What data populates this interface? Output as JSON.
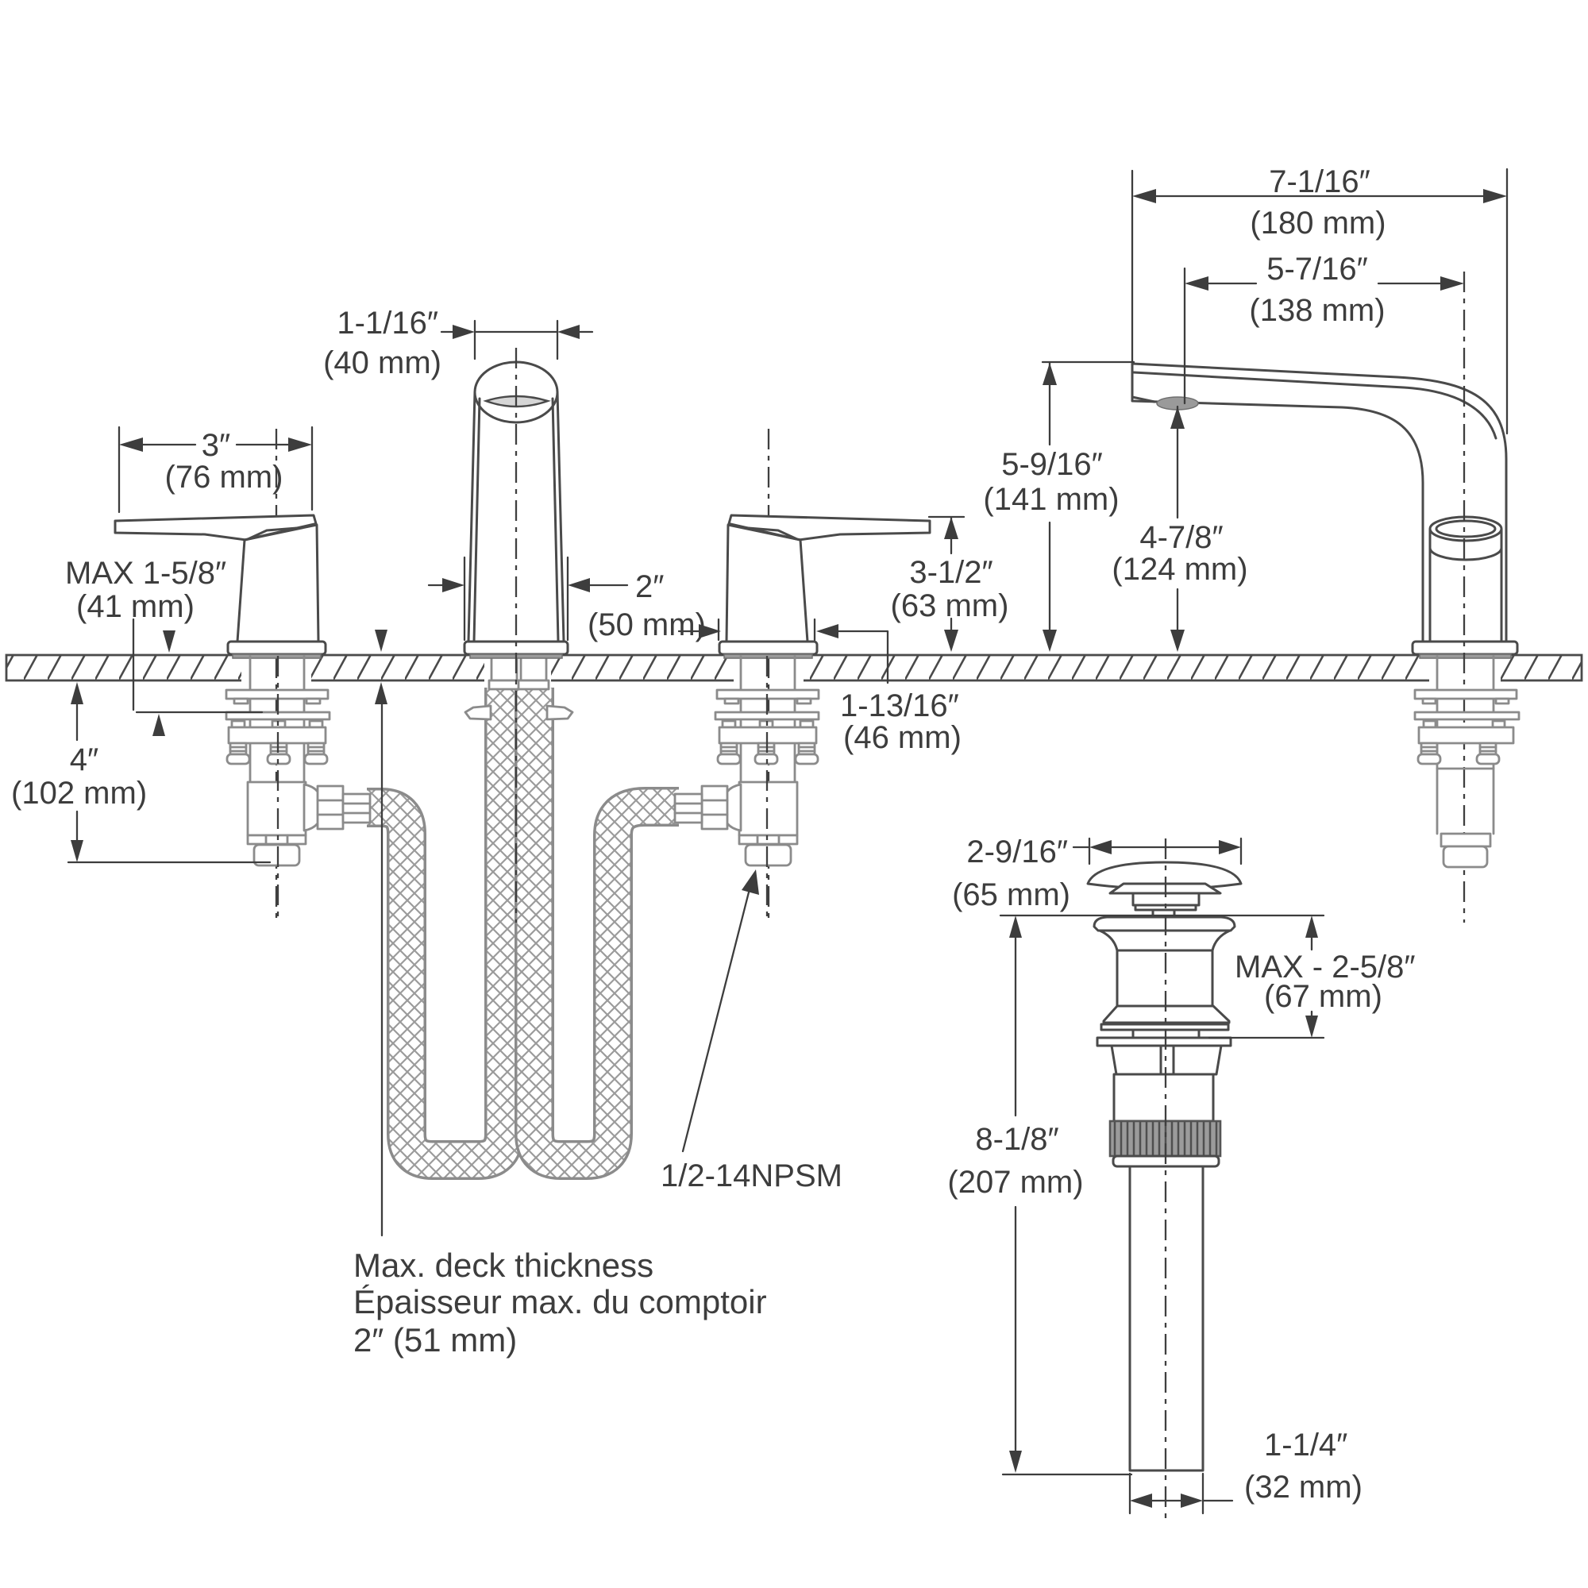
{
  "drawing_type": "faucet-installation-dimension-drawing",
  "dims": {
    "spout_overall": {
      "in": "7-1/16″",
      "mm": "(180 mm)"
    },
    "spout_to_center": {
      "in": "5-7/16″",
      "mm": "(138 mm)"
    },
    "center_top_width": {
      "in": "1-1/16″",
      "mm": "(40 mm)"
    },
    "handle_length": {
      "in": "3″",
      "mm": "(76 mm)"
    },
    "handle_max_deck": {
      "in": "MAX 1-5/8″",
      "mm": "(41 mm)"
    },
    "center_base_width": {
      "in": "2″",
      "mm": "(50 mm)"
    },
    "handle_height": {
      "in": "3-1/2″",
      "mm": "(63 mm)"
    },
    "spout_height": {
      "in": "5-9/16″",
      "mm": "(141 mm)"
    },
    "outlet_height": {
      "in": "4-7/8″",
      "mm": "(124 mm)"
    },
    "below_deck_clearance": {
      "in": "4″",
      "mm": "(102 mm)"
    },
    "handle_base_width": {
      "in": "1-13/16″",
      "mm": "(46 mm)"
    },
    "drain_cap_width": {
      "in": "2-9/16″",
      "mm": "(65 mm)"
    },
    "drain_max_deck": {
      "in": "MAX - 2-5/8″",
      "mm": "(67 mm)"
    },
    "drain_length": {
      "in": "8-1/8″",
      "mm": "(207 mm)"
    },
    "drain_tail_width": {
      "in": "1-1/4″",
      "mm": "(32 mm)"
    }
  },
  "thread_spec": "1/2-14NPSM",
  "note": {
    "line1": "Max. deck thickness",
    "line2": "Épaisseur max. du comptoir",
    "line3": "2″ (51 mm)"
  },
  "colors": {
    "line": "#4a4a4a",
    "hardware": "#8b8b8b",
    "text": "#3d3d3d",
    "gray_fill": "#9a9a9a"
  }
}
